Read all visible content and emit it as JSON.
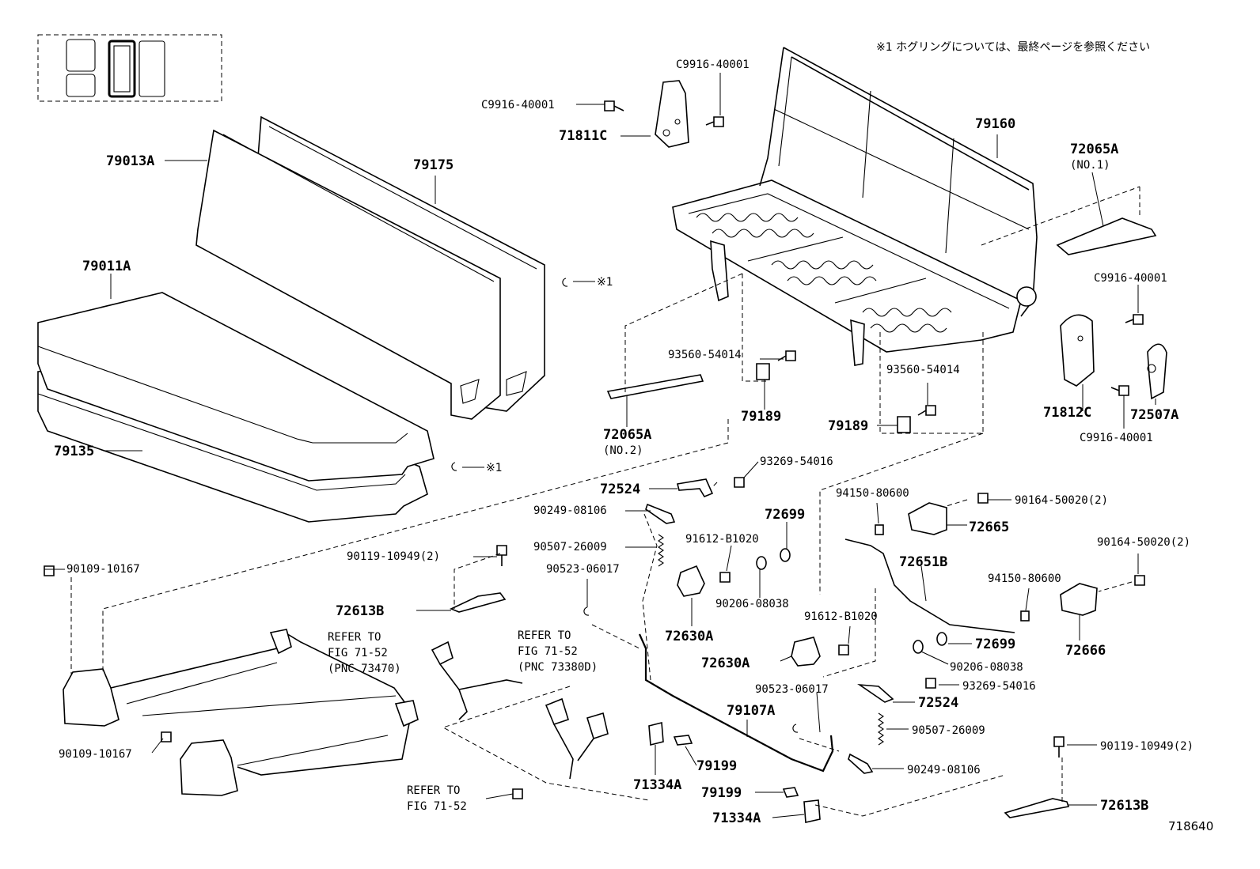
{
  "note": "※1 ホグリングについては、最終ページを参照ください",
  "figure_number": "718640",
  "labels": {
    "p79013A": "79013A",
    "p79175": "79175",
    "p79011A": "79011A",
    "p79135": "79135",
    "ref1_top": "※1",
    "ref1_bottom": "※1",
    "c9916_a": "C9916-40001",
    "c9916_b": "C9916-40001",
    "c9916_c": "C9916-40001",
    "c9916_d": "C9916-40001",
    "p71811C": "71811C",
    "p79160": "79160",
    "p72065A_top": "72065A",
    "p72065A_top_sub": "(NO.1)",
    "p72065A_bottom": "72065A",
    "p72065A_bottom_sub": "(NO.2)",
    "p93560_a": "93560-54014",
    "p93560_b": "93560-54014",
    "p79189_a": "79189",
    "p79189_b": "79189",
    "p71812C": "71812C",
    "p72507A": "72507A",
    "p93269_a": "93269-54016",
    "p93269_b": "93269-54016",
    "p72524_a": "72524",
    "p72524_b": "72524",
    "p90249_a": "90249-08106",
    "p90249_b": "90249-08106",
    "p90507_a": "90507-26009",
    "p90507_b": "90507-26009",
    "p90523_a": "90523-06017",
    "p90523_b": "90523-06017",
    "p90119_a": "90119-10949(2)",
    "p90119_b": "90119-10949(2)",
    "p90109_a": "90109-10167",
    "p90109_b": "90109-10167",
    "p72613B_a": "72613B",
    "p72613B_b": "72613B",
    "p91612_a": "91612-B1020",
    "p91612_b": "91612-B1020",
    "p72699_a": "72699",
    "p72699_b": "72699",
    "p90206_a": "90206-08038",
    "p90206_b": "90206-08038",
    "p72630A_a": "72630A",
    "p72630A_b": "72630A",
    "p94150_a": "94150-80600",
    "p94150_b": "94150-80600",
    "p90164_a": "90164-50020(2)",
    "p90164_b": "90164-50020(2)",
    "p72665": "72665",
    "p72666": "72666",
    "p72651B": "72651B",
    "p79107A": "79107A",
    "p79199_a": "79199",
    "p79199_b": "79199",
    "p71334A_a": "71334A",
    "p71334A_b": "71334A",
    "refer1_l1": "REFER TO",
    "refer1_l2": "FIG 71-52",
    "refer1_l3": "(PNC 73470)",
    "refer2_l1": "REFER TO",
    "refer2_l2": "FIG 71-52",
    "refer2_l3": "(PNC 73380D)",
    "refer3_l1": "REFER TO",
    "refer3_l2": "FIG 71-52"
  }
}
